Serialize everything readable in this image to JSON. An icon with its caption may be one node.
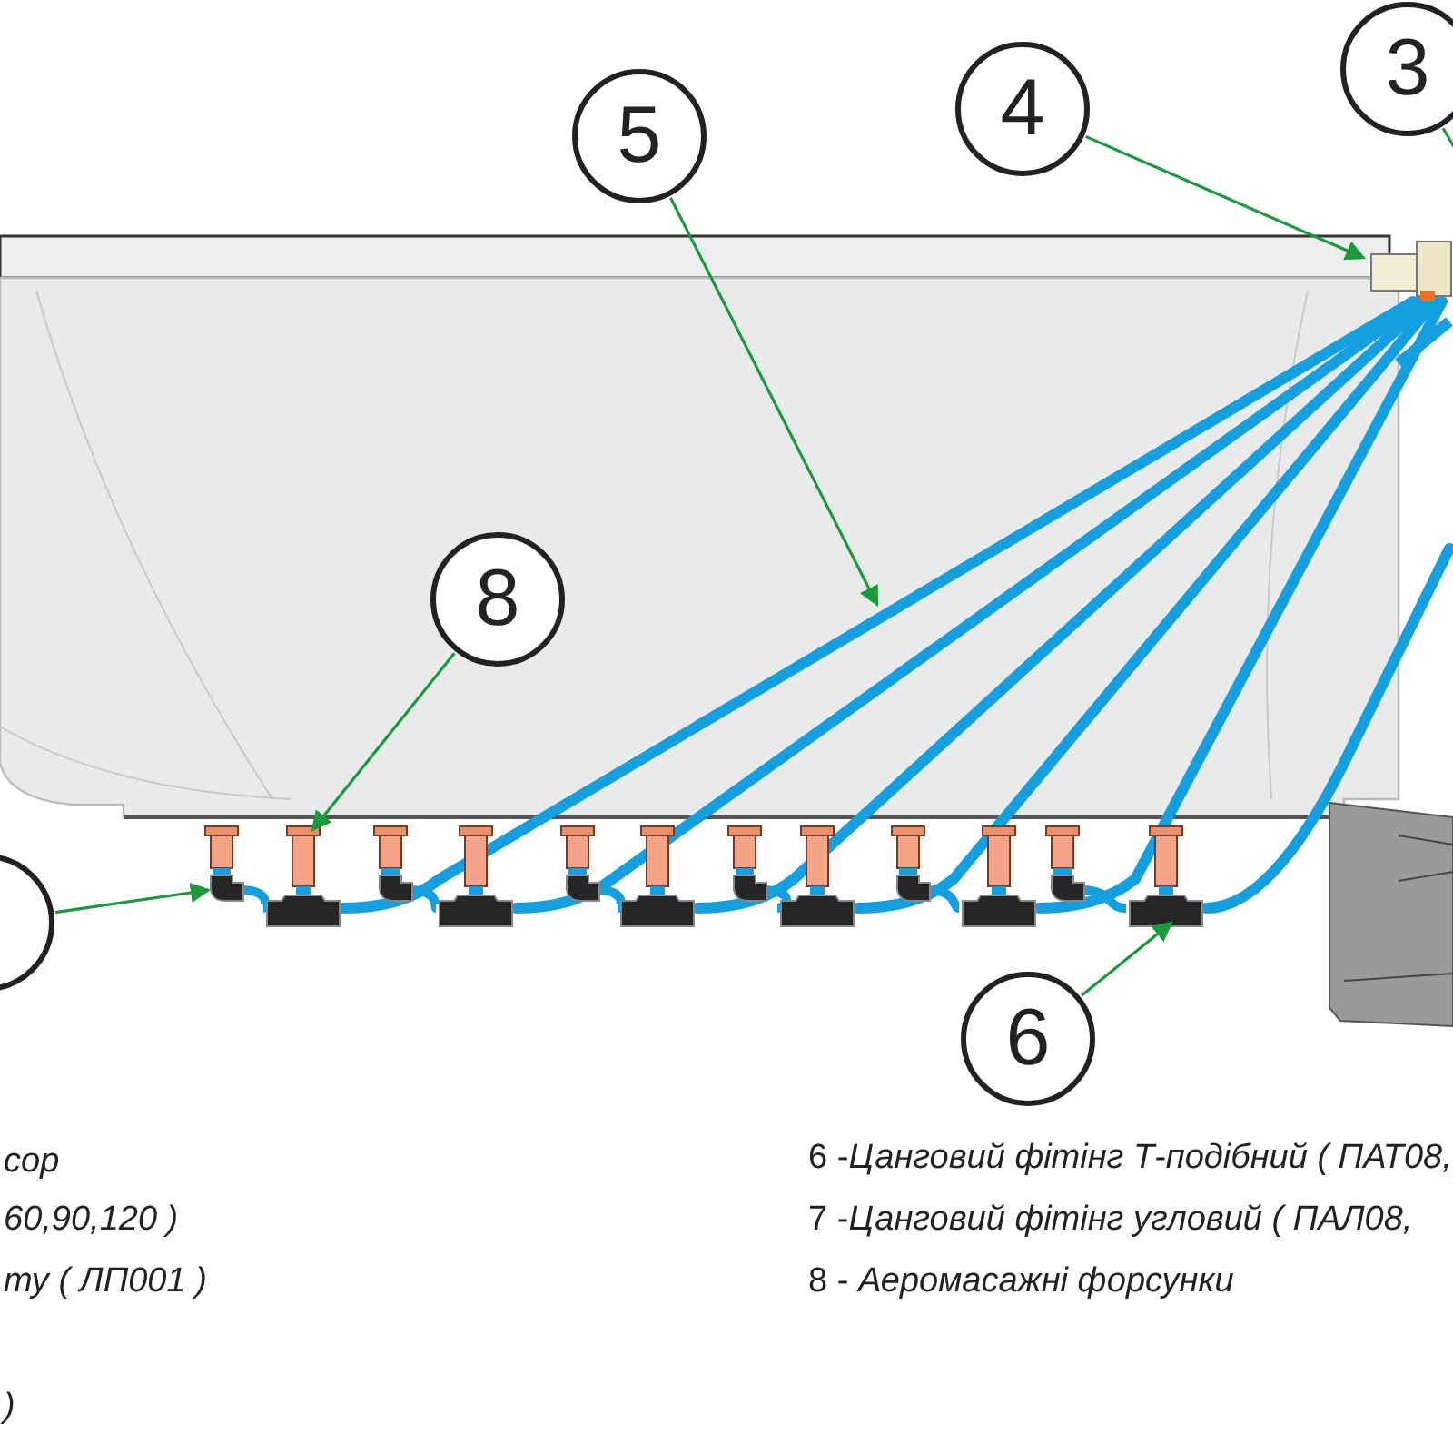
{
  "diagram": {
    "nodes": [
      {
        "text": [
          "5"
        ]
      },
      {
        "text": [
          "4"
        ]
      },
      {
        "text": [
          "3"
        ]
      },
      {
        "text": [
          "8"
        ]
      },
      {
        "text": [],
        "shape": "circle"
      },
      {
        "text": [
          "6"
        ]
      }
    ],
    "edges": [
      {
        "from": 1,
        "to": null,
        "arrow": "to"
      },
      {
        "from": 0,
        "to": null,
        "arrow": "to"
      },
      {
        "from": 3,
        "to": null,
        "arrow": "to"
      },
      {
        "from": 4,
        "to": null,
        "arrow": "to"
      },
      {
        "from": 5,
        "to": null,
        "arrow": "to"
      },
      {
        "from": 2,
        "to": null,
        "arrow": "none"
      }
    ],
    "labels": [
      "сор",
      "6 -*Цанговий фітінг Т-подібний ( ПАТ08,*",
      "60,90,120 )",
      "7 -*Цанговий фітінг угловий ( ПАЛ08,*",
      "ту ( ЛП001 )",
      "8 - *Аеромасажні форсунки*",
      ")"
    ]
  }
}
